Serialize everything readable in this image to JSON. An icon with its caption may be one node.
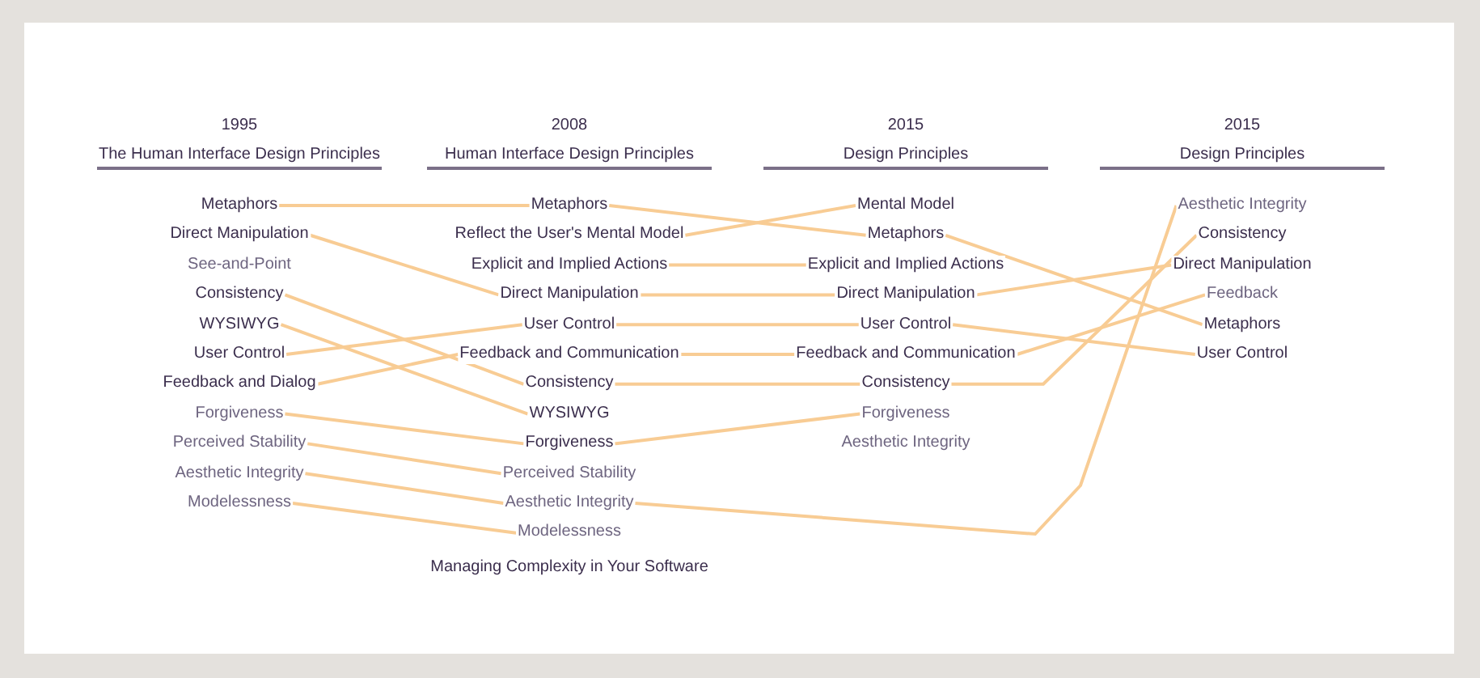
{
  "diagram": {
    "nodes": [
      {
        "text": [
          "Metaphors"
        ]
      },
      {
        "text": [
          "Direct Manipulation"
        ]
      },
      {
        "text": [
          "See-and-Point"
        ]
      },
      {
        "text": [
          "Consistency"
        ]
      },
      {
        "text": [
          "WYSIWYG"
        ]
      },
      {
        "text": [
          "User Control"
        ]
      },
      {
        "text": [
          "Feedback and Dialog"
        ]
      },
      {
        "text": [
          "Forgiveness"
        ]
      },
      {
        "text": [
          "Perceived Stability"
        ]
      },
      {
        "text": [
          "Aesthetic Integrity"
        ]
      },
      {
        "text": [
          "Modelessness"
        ]
      },
      {
        "text": [
          "Metaphors"
        ]
      },
      {
        "text": [
          "Reflect the User's Mental Model"
        ]
      },
      {
        "text": [
          "Explicit and Implied Actions"
        ]
      },
      {
        "text": [
          "Direct Manipulation"
        ]
      },
      {
        "text": [
          "User Control"
        ]
      },
      {
        "text": [
          "Feedback and Communication"
        ]
      },
      {
        "text": [
          "Consistency"
        ]
      },
      {
        "text": [
          "WYSIWYG"
        ]
      },
      {
        "text": [
          "Forgiveness"
        ]
      },
      {
        "text": [
          "Perceived Stability"
        ]
      },
      {
        "text": [
          "Aesthetic Integrity"
        ]
      },
      {
        "text": [
          "Modelessness"
        ]
      },
      {
        "text": [
          "Mental Model"
        ]
      },
      {
        "text": [
          "Metaphors"
        ]
      },
      {
        "text": [
          "Explicit and Implied Actions"
        ]
      },
      {
        "text": [
          "Direct Manipulation"
        ]
      },
      {
        "text": [
          "User Control"
        ]
      },
      {
        "text": [
          "Feedback and Communication"
        ]
      },
      {
        "text": [
          "Consistency"
        ]
      },
      {
        "text": [
          "Forgiveness"
        ]
      },
      {
        "text": [
          "Aesthetic Integrity"
        ]
      },
      {
        "text": [
          "Aesthetic Integrity"
        ]
      },
      {
        "text": [
          "Consistency"
        ]
      },
      {
        "text": [
          "Direct Manipulation"
        ]
      },
      {
        "text": [
          "Feedback"
        ]
      },
      {
        "text": [
          "Metaphors"
        ]
      },
      {
        "text": [
          "User Control"
        ]
      }
    ],
    "edges": [
      {
        "from": 0,
        "to": 11,
        "arrow": "none"
      },
      {
        "from": 1,
        "to": 14,
        "arrow": "none"
      },
      {
        "from": 3,
        "to": 17,
        "arrow": "none"
      },
      {
        "from": 4,
        "to": 18,
        "arrow": "none"
      },
      {
        "from": 5,
        "to": 15,
        "arrow": "none"
      },
      {
        "from": 6,
        "to": 16,
        "arrow": "none"
      },
      {
        "from": 7,
        "to": 19,
        "arrow": "none"
      },
      {
        "from": 8,
        "to": 20,
        "arrow": "none"
      },
      {
        "from": 9,
        "to": 21,
        "arrow": "none"
      },
      {
        "from": 10,
        "to": 22,
        "arrow": "none"
      },
      {
        "from": 11,
        "to": 24,
        "arrow": "none"
      },
      {
        "from": 12,
        "to": 23,
        "arrow": "none"
      },
      {
        "from": 13,
        "to": 25,
        "arrow": "none"
      },
      {
        "from": 14,
        "to": 26,
        "arrow": "none"
      },
      {
        "from": 15,
        "to": 27,
        "arrow": "none"
      },
      {
        "from": 16,
        "to": 28,
        "arrow": "none"
      },
      {
        "from": 17,
        "to": 29,
        "arrow": "none"
      },
      {
        "from": 19,
        "to": 30,
        "arrow": "none"
      },
      {
        "from": 21,
        "to": 32,
        "arrow": "none"
      },
      {
        "from": 24,
        "to": 36,
        "arrow": "none"
      },
      {
        "from": 26,
        "to": 34,
        "arrow": "none"
      },
      {
        "from": 27,
        "to": 37,
        "arrow": "none"
      },
      {
        "from": 28,
        "to": 35,
        "arrow": "none"
      },
      {
        "from": 29,
        "to": 33,
        "arrow": "none"
      }
    ],
    "labels": [
      "1995",
      "The Human Interface Design Principles",
      "2008",
      "Human Interface Design Principles",
      "2015",
      "Design Principles",
      "2015",
      "Design Principles",
      "Managing Complexity in Your Software"
    ]
  }
}
